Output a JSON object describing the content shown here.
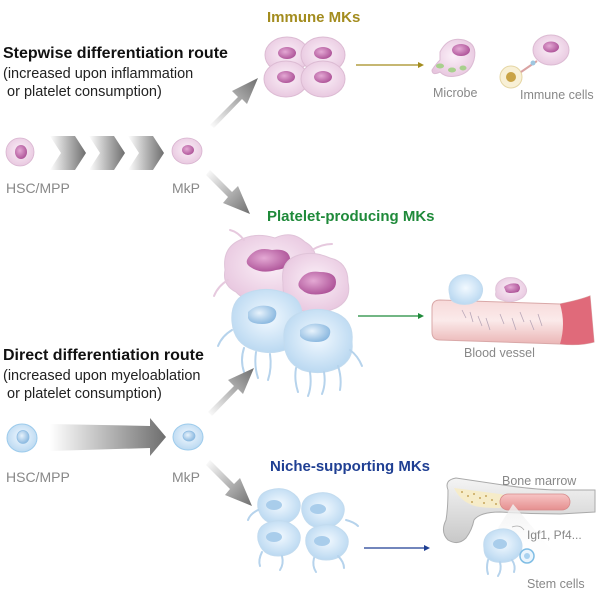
{
  "colors": {
    "immune": "#a38c1e",
    "platelet": "#1f8a3a",
    "niche": "#1f3f93",
    "pink_cell": "#f0d6ea",
    "pink_nucleus": "#b8559f",
    "blue_cell": "#cfe5f6",
    "blue_nucleus": "#8fbde3",
    "arrow_gray": "#777777"
  },
  "stepwise": {
    "title": "Stepwise differentiation route",
    "sub1": "(increased upon inflammation",
    "sub2": " or platelet consumption)",
    "hsc_label": "HSC/MPP",
    "mkp_label": "MkP"
  },
  "direct": {
    "title": "Direct differentiation route",
    "sub1": "(increased upon myeloablation",
    "sub2": " or platelet consumption)",
    "hsc_label": "HSC/MPP",
    "mkp_label": "MkP"
  },
  "immune": {
    "header": "Immune MKs",
    "microbe_label": "Microbe",
    "immune_cells_label": "Immune cells"
  },
  "platelet": {
    "header": "Platelet-producing MKs",
    "vessel_label": "Blood vessel"
  },
  "niche": {
    "header": "Niche-supporting MKs",
    "bone_marrow_label": "Bone marrow",
    "factors_label": "Igf1, Pf4...",
    "stem_cells_label": "Stem cells"
  }
}
